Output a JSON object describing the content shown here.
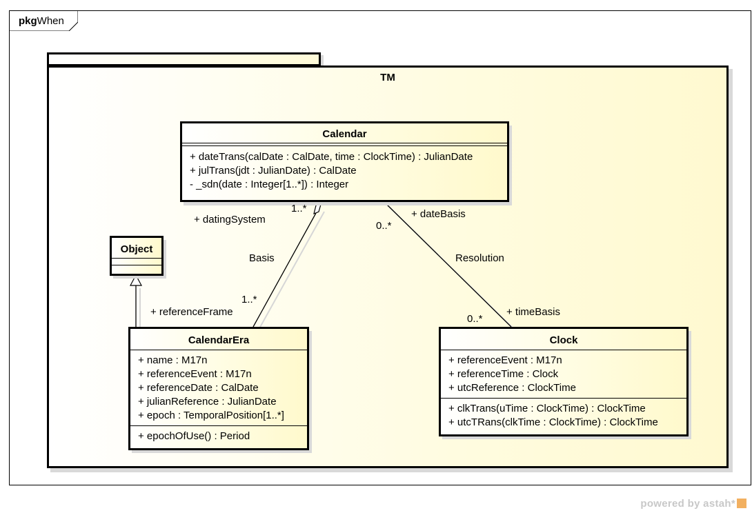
{
  "frame": {
    "kind": "pkg",
    "name": "When"
  },
  "package": {
    "name": "TM"
  },
  "classes": {
    "calendar": {
      "name": "Calendar",
      "attributes": [],
      "operations": [
        "+ dateTrans(calDate : CalDate, time : ClockTime) : JulianDate",
        "+ julTrans(jdt : JulianDate) : CalDate",
        "- _sdn(date : Integer[1..*]) : Integer"
      ]
    },
    "object": {
      "name": "Object",
      "attributes": [],
      "operations": []
    },
    "calendarEra": {
      "name": "CalendarEra",
      "attributes": [
        "+ name : M17n",
        "+ referenceEvent : M17n",
        "+ referenceDate : CalDate",
        "+ julianReference : JulianDate",
        "+ epoch : TemporalPosition[1..*]"
      ],
      "operations": [
        "+ epochOfUse() : Period"
      ]
    },
    "clock": {
      "name": "Clock",
      "attributes": [
        "+ referenceEvent : M17n",
        "+ referenceTime : Clock",
        "+ utcReference : ClockTime"
      ],
      "operations": [
        "+ clkTrans(uTime : ClockTime) : ClockTime",
        "+ utcTRans(clkTime : ClockTime) : ClockTime"
      ]
    }
  },
  "associations": {
    "basis": {
      "name": "Basis",
      "kind": "aggregation",
      "source_role": "+ datingSystem",
      "source_multiplicity": "1..*",
      "target_role": "+ referenceFrame",
      "target_multiplicity": "1..*"
    },
    "resolution": {
      "name": "Resolution",
      "kind": "association",
      "source_role": "+ dateBasis",
      "source_multiplicity": "0..*",
      "target_role": "+ timeBasis",
      "target_multiplicity": "0..*"
    },
    "generalization": {
      "kind": "generalization",
      "from": "CalendarEra",
      "to": "Object"
    }
  },
  "watermark": "powered by astah*"
}
